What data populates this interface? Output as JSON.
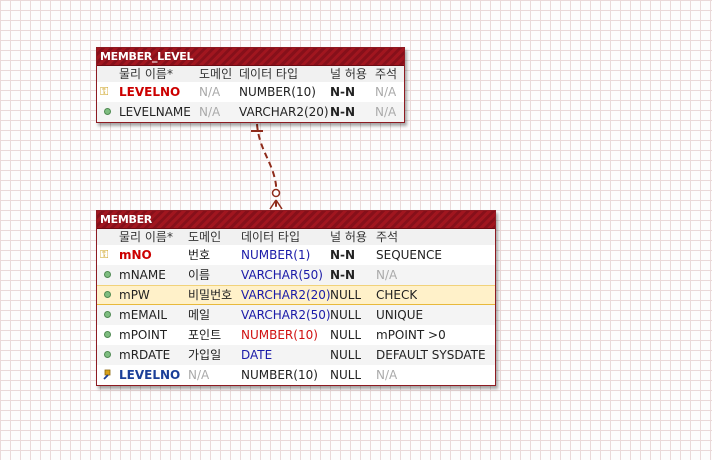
{
  "tables": {
    "member_level": {
      "name": "MEMBER_LEVEL",
      "headers": {
        "physical_name": "물리 이름*",
        "domain": "도메인",
        "data_type": "데이터 타입",
        "nullable": "널 허용",
        "comment": "주석"
      },
      "columns": [
        {
          "icon": "primary-key-icon",
          "name": "LEVELNO",
          "domain": "N/A",
          "type": "NUMBER(10)",
          "null": "N-N",
          "comment": "N/A"
        },
        {
          "icon": "column-icon",
          "name": "LEVELNAME",
          "domain": "N/A",
          "type": "VARCHAR2(20)",
          "null": "N-N",
          "comment": "N/A"
        }
      ]
    },
    "member": {
      "name": "MEMBER",
      "headers": {
        "physical_name": "물리 이름*",
        "domain": "도메인",
        "data_type": "데이터 타입",
        "nullable": "널 허용",
        "comment": "주석"
      },
      "columns": [
        {
          "icon": "primary-key-icon",
          "name": "mNO",
          "domain": "번호",
          "type": "NUMBER(1)",
          "null": "N-N",
          "comment": "SEQUENCE"
        },
        {
          "icon": "column-icon",
          "name": "mNAME",
          "domain": "이름",
          "type": "VARCHAR(50)",
          "null": "N-N",
          "comment": "N/A"
        },
        {
          "icon": "column-icon",
          "name": "mPW",
          "domain": "비밀번호",
          "type": "VARCHAR2(20)",
          "null": "NULL",
          "comment": "CHECK"
        },
        {
          "icon": "column-icon",
          "name": "mEMAIL",
          "domain": "메일",
          "type": "VARCHAR2(50)",
          "null": "NULL",
          "comment": "UNIQUE"
        },
        {
          "icon": "column-icon",
          "name": "mPOINT",
          "domain": "포인트",
          "type": "NUMBER(10)",
          "null": "NULL",
          "comment": "mPOINT >0"
        },
        {
          "icon": "column-icon",
          "name": "mRDATE",
          "domain": "가입일",
          "type": "DATE",
          "null": "NULL",
          "comment": "DEFAULT SYSDATE"
        },
        {
          "icon": "foreign-key-icon",
          "name": "LEVELNO",
          "domain": "N/A",
          "type": "NUMBER(10)",
          "null": "NULL",
          "comment": "N/A"
        }
      ]
    }
  },
  "relationship": {
    "from": "MEMBER_LEVEL",
    "to": "MEMBER",
    "style": "dashed",
    "color": "#8e2b1a"
  },
  "colors": {
    "header_red": "#a1161f",
    "pk_red": "#cc0000",
    "fk_blue": "#1b3f98",
    "type_blue": "#1a1aa8",
    "selection_yellow": "#fff1c9"
  }
}
